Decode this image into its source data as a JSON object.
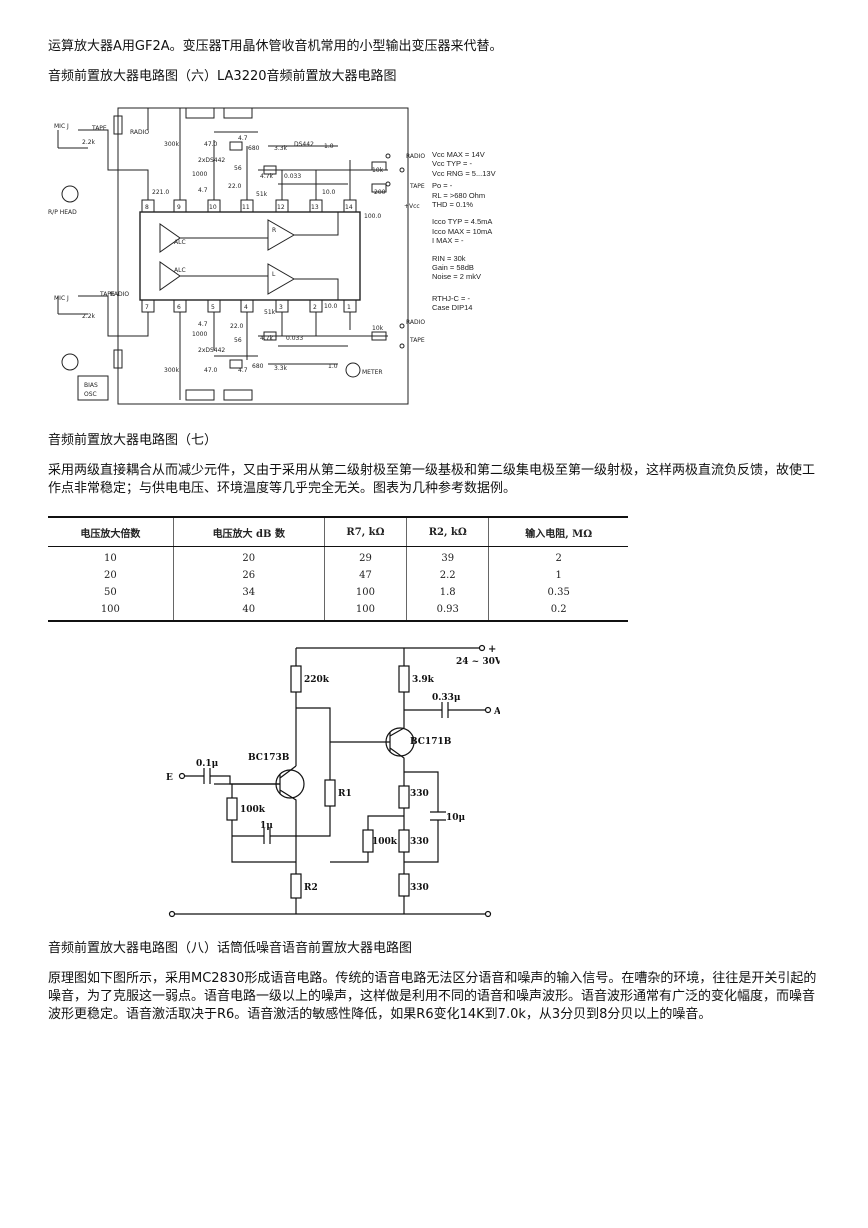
{
  "intro_line": "运算放大器A用GF2A。变压器T用晶休管收音机常用的小型输出变压器来代替。",
  "heading6": "音频前置放大器电路图（六）LA3220音频前置放大器电路图",
  "diagram6": {
    "left_labels": {
      "mic1": "MIC J",
      "tape1": "TAPE",
      "r1": "2.2k",
      "rp_head": "R/P HEAD",
      "mic2": "MIC J",
      "tape2": "TAPE",
      "radio2": "RADIO",
      "r2": "2.2k",
      "bias": "BIAS",
      "osc": "OSC"
    },
    "top_labels": {
      "radio": "RADIO",
      "r300k": "300k",
      "c47": "47.0",
      "d": "2xDS442",
      "c47b": "4.7",
      "r680": "680",
      "r33k": "3.3k",
      "ds442": "DS442",
      "c10": "1.0",
      "c1000": "1000",
      "r56": "56",
      "c47c": "4.7",
      "c220": "22.0",
      "r47k": "4.7k",
      "c0033": "0.033",
      "r51k": "51k",
      "c10b": "10.0",
      "c2210": "221.0",
      "r10k": "10k",
      "r200": "200",
      "c100": "100.0"
    },
    "pins_top": [
      "8",
      "9",
      "10",
      "11",
      "12",
      "13",
      "14"
    ],
    "pins_bot": [
      "7",
      "6",
      "5",
      "4",
      "3",
      "2",
      "1"
    ],
    "ic_labels": {
      "alc1": "ALC",
      "alc2": "ALC",
      "r": "R",
      "l": "L"
    },
    "bottom_labels": {
      "c47": "4.7",
      "c1000": "1000",
      "c220": "22.0",
      "r56": "56",
      "r51k": "51k",
      "r47k": "4.7k",
      "c0033": "0.033",
      "c10": "10.0",
      "r10": "10k",
      "d": "2xDS442",
      "r300k": "300k",
      "c47b": "47.0",
      "c47c": "4.7",
      "r680": "680",
      "r33k": "3.3k",
      "c10b": "1.0",
      "meter": "METER"
    },
    "right_switch": {
      "radio": "RADIO",
      "tape": "TAPE",
      "vcc": "+Vcc",
      "radio2": "RADIO",
      "tape2": "TAPE"
    },
    "specs": [
      "Vcc MAX = 14V",
      "Vcc TYP = -",
      "Vcc RNG = 5...13V",
      "Po = -",
      "RL = >680 Ohm",
      "THD = 0.1%",
      "Icco TYP = 4.5mA",
      "Icco MAX = 10mA",
      "I MAX = -",
      "RIN = 30k",
      "Gain = 58dB",
      "Noise = 2 mkV",
      "RTHJ-C = -",
      "Case DIP14"
    ]
  },
  "heading7": "音频前置放大器电路图（七）",
  "para7": "采用两级直接耦合从而减少元件，又由于采用从第二级射极至第一级基极和第二级集电极至第一级射极，这样两极直流负反馈，故使工作点非常稳定；与供电电压、环境温度等几乎完全无关。图表为几种参考数据例。",
  "table": {
    "headers": [
      "电压放大倍数",
      "电压放大 dB 数",
      "R7, kΩ",
      "R2, kΩ",
      "输入电阻, MΩ"
    ],
    "rows": [
      [
        "10",
        "20",
        "29",
        "39",
        "2"
      ],
      [
        "20",
        "26",
        "47",
        "2.2",
        "1"
      ],
      [
        "50",
        "34",
        "100",
        "1.8",
        "0.35"
      ],
      [
        "100",
        "40",
        "100",
        "0.93",
        "0.2"
      ]
    ]
  },
  "diagram7": {
    "us": "+ Us",
    "range": "24 ~ 30V",
    "r220k": "220k",
    "r39k": "3.9k",
    "c033": "0.33μ",
    "a": "A",
    "bc171": "BC171B",
    "bc173": "BC173B",
    "c01": "0.1μ",
    "e": "E",
    "r1": "R1",
    "r330a": "330",
    "c10u": "10μ",
    "r100k": "100k",
    "c1u": "1μ",
    "r100k2": "100k",
    "r330b": "330",
    "r2": "R2",
    "r330c": "330"
  },
  "heading8": "音频前置放大器电路图（八）话筒低噪音语音前置放大器电路图",
  "para8": "原理图如下图所示，采用MC2830形成语音电路。传统的语音电路无法区分语音和噪声的输入信号。在嘈杂的环境，往往是开关引起的噪音，为了克服这一弱点。语音电路一级以上的噪声，这样做是利用不同的语音和噪声波形。语音波形通常有广泛的变化幅度，而噪音波形更稳定。语音激活取决于R6。语音激活的敏感性降低，如果R6变化14K到7.0k，从3分贝到8分贝以上的噪音。"
}
